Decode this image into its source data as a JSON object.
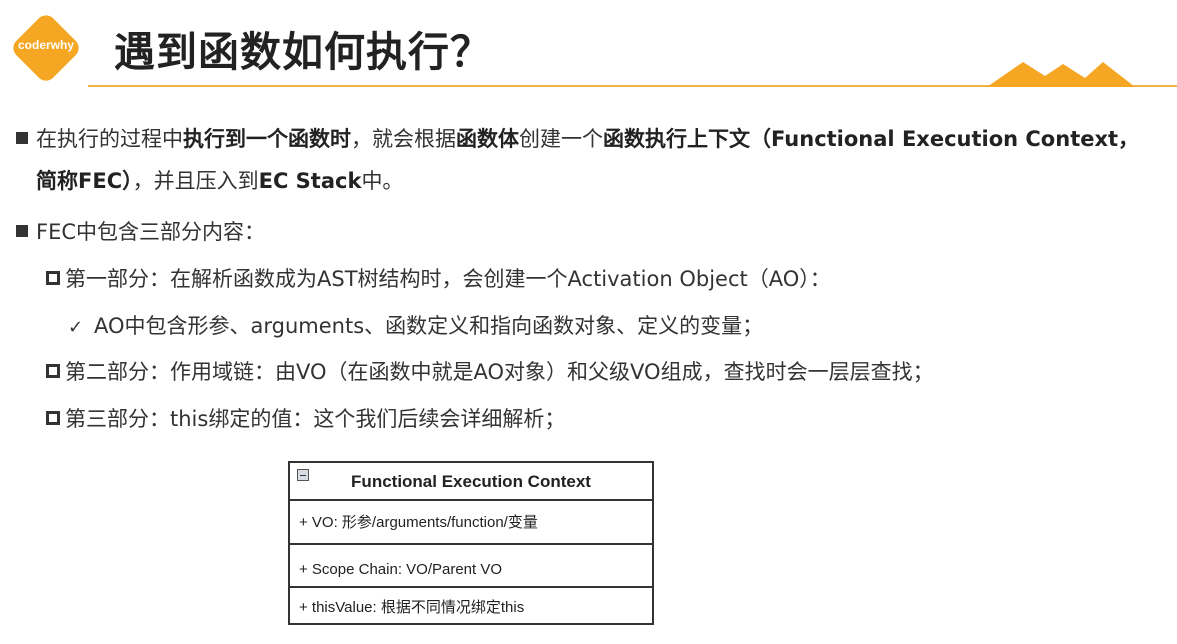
{
  "logo": {
    "text": "coderwhy"
  },
  "title": "遇到函数如何执行？",
  "bullet1": {
    "p1": "在执行的过程中",
    "b1": "执行到一个函数时",
    "p2": "，就会根据",
    "b2": "函数体",
    "p3": "创建一个",
    "b3": "函数执行上下文（Functional Execution Context，",
    "b4": "简称FEC）",
    "p4": "，并且压入到",
    "b5": "EC Stack",
    "p5": "中。"
  },
  "bullet2": "FEC中包含三部分内容：",
  "sub1": "第一部分：在解析函数成为AST树结构时，会创建一个Activation Object（AO）：",
  "sub1_check": "AO中包含形参、arguments、函数定义和指向函数对象、定义的变量；",
  "sub2": "第二部分：作用域链：由VO（在函数中就是AO对象）和父级VO组成，查找时会一层层查找；",
  "sub3": "第三部分：this绑定的值：这个我们后续会详细解析；",
  "diagram": {
    "header": "Functional Execution Context",
    "rows": [
      "+ VO: 形参/arguments/function/变量",
      "+ Scope Chain: VO/Parent VO",
      "+ thisValue: 根据不同情况绑定this"
    ]
  },
  "colors": {
    "accent": "#f5a623",
    "line": "#f0b24a",
    "text": "#222222"
  },
  "icons": {
    "logo": "diamond-logo-icon",
    "mountains": "mountains-icon"
  }
}
